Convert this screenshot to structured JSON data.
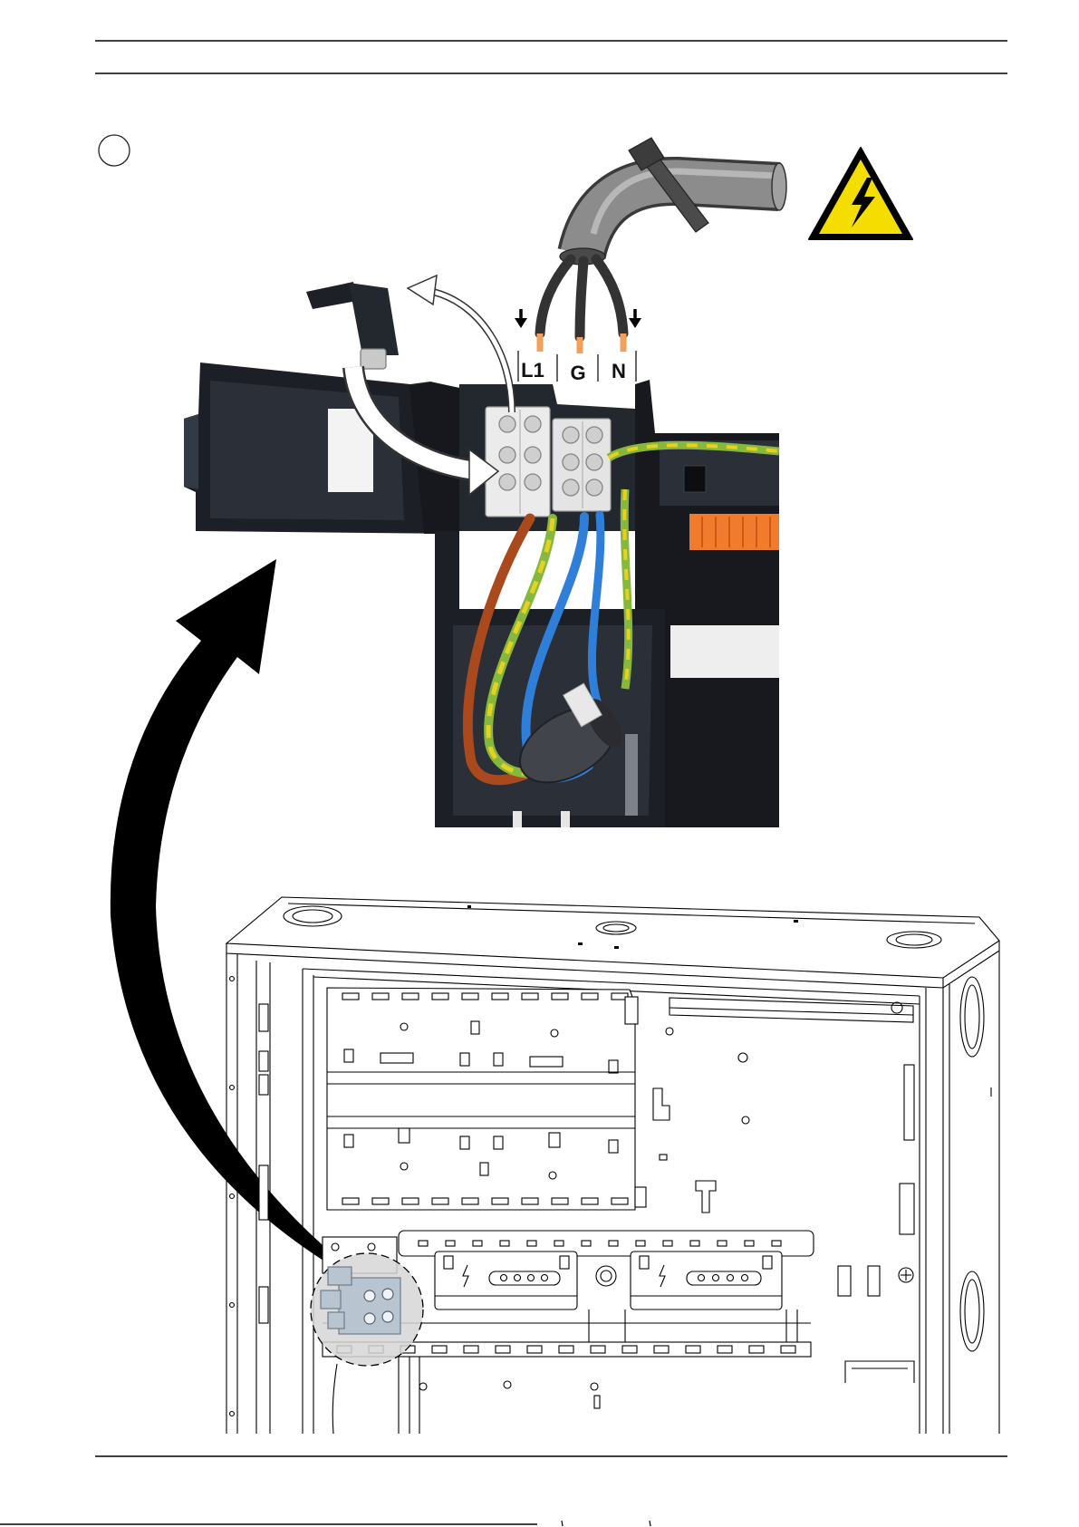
{
  "wiring_labels": {
    "line": "L1",
    "ground": "G",
    "neutral": "N"
  },
  "icons": {
    "warning": "high-voltage-warning-icon",
    "step_marker": "step-circle-icon",
    "large_arrow": "curved-arrow-icon",
    "insert_arrow": "curved-arrow-icon",
    "down_arrow": "arrow-down-icon"
  },
  "colors": {
    "warning_yellow": "#f6dd00",
    "wire_brown": "#a9491d",
    "wire_blue": "#2f7fd8",
    "wire_green": "#86b83d",
    "wire_yellow": "#e6d021",
    "copper_tip": "#f4a05a",
    "housing": "#1c1f25",
    "cable_grey": "#8c8c8c",
    "terminal_orange": "#f07b2c",
    "highlight": "#d6d6d6",
    "terminal_block_blue": "#b9c4d1"
  }
}
